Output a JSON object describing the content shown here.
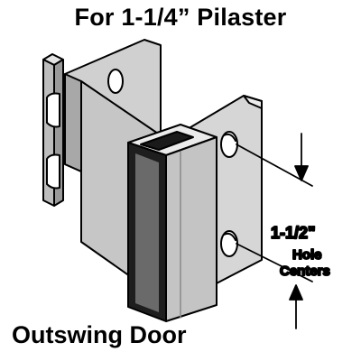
{
  "title": "For 1-1/4” Pilaster",
  "footer": "Outswing Door",
  "dimension": {
    "value": "1-1/2\"",
    "line1": "Hole",
    "line2": "Centers"
  }
}
